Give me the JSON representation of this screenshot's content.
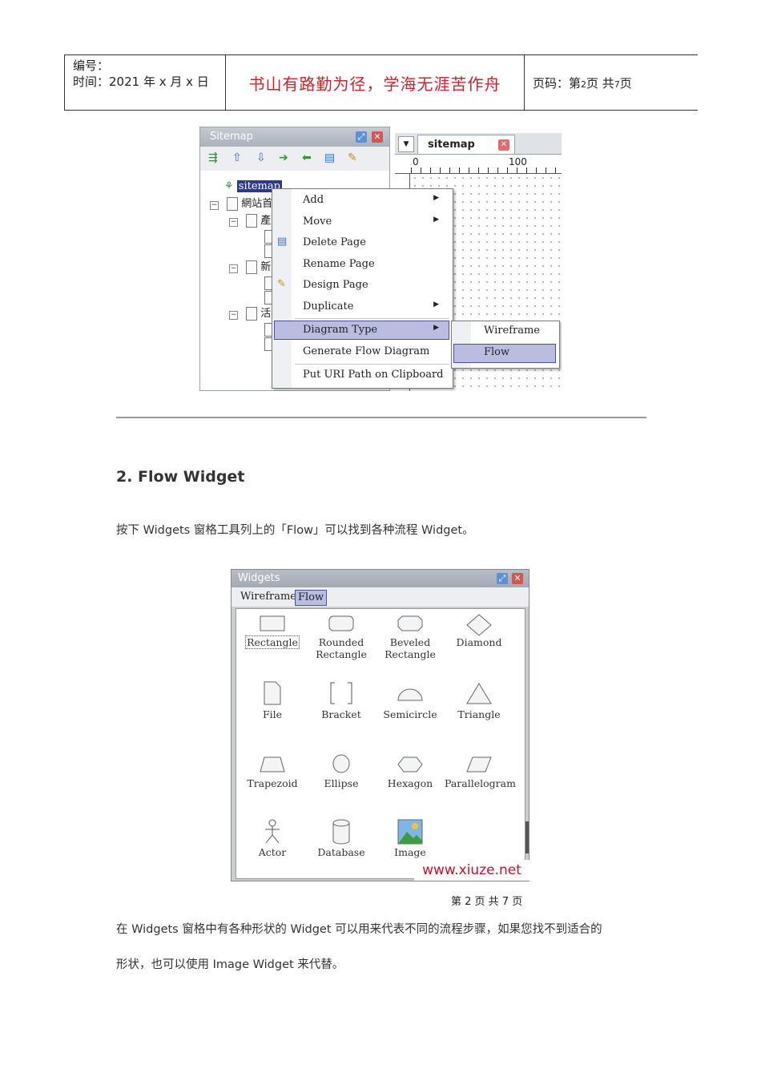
{
  "header": {
    "number_label": "编号：",
    "time_label": "时间：2021 年 x 月 x 日",
    "motto": "书山有路勤为径，学海无涯苦作舟",
    "page_prefix": "页码：第",
    "page_num": "2",
    "page_mid": "页 共",
    "page_total": "7",
    "page_suffix": "页"
  },
  "sitemap": {
    "panel_title": "Sitemap",
    "tab_label": "sitemap",
    "ruler_zero": "0",
    "ruler_hundred": "100",
    "tree_root": "sitemap",
    "tree_node_1": "網站首",
    "tree_node_2": "產",
    "tree_node_3": "新",
    "tree_node_4": "活",
    "menu": {
      "add": "Add",
      "move": "Move",
      "delete": "Delete Page",
      "rename": "Rename Page",
      "design": "Design Page",
      "duplicate": "Duplicate",
      "diagram_type": "Diagram Type",
      "generate": "Generate Flow Diagram",
      "put_uri": "Put URI Path on Clipboard"
    },
    "submenu": {
      "wireframe": "Wireframe",
      "flow": "Flow"
    }
  },
  "section": {
    "heading": "2. Flow Widget",
    "intro": "按下 Widgets 窗格工具列上的「Flow」可以找到各种流程 Widget。",
    "body_1": "在 Widgets 窗格中有各种形状的 Widget 可以用来代表不同的流程步骤，如果您找不到适合的",
    "body_2": "形状，也可以使用 Image Widget 来代替。"
  },
  "widgets": {
    "panel_title": "Widgets",
    "tab_wireframe": "Wireframe",
    "tab_flow": "Flow",
    "items": {
      "rectangle": "Rectangle",
      "rounded_1": "Rounded",
      "rounded_2": "Rectangle",
      "beveled_1": "Beveled",
      "beveled_2": "Rectangle",
      "diamond": "Diamond",
      "file": "File",
      "bracket": "Bracket",
      "semicircle": "Semicircle",
      "triangle": "Triangle",
      "trapezoid": "Trapezoid",
      "ellipse": "Ellipse",
      "hexagon": "Hexagon",
      "parallelogram": "Parallelogram",
      "actor": "Actor",
      "database": "Database",
      "image": "Image"
    },
    "watermark": "www.xiuze.net"
  },
  "footer": {
    "text": "第 2 页 共 7 页"
  }
}
